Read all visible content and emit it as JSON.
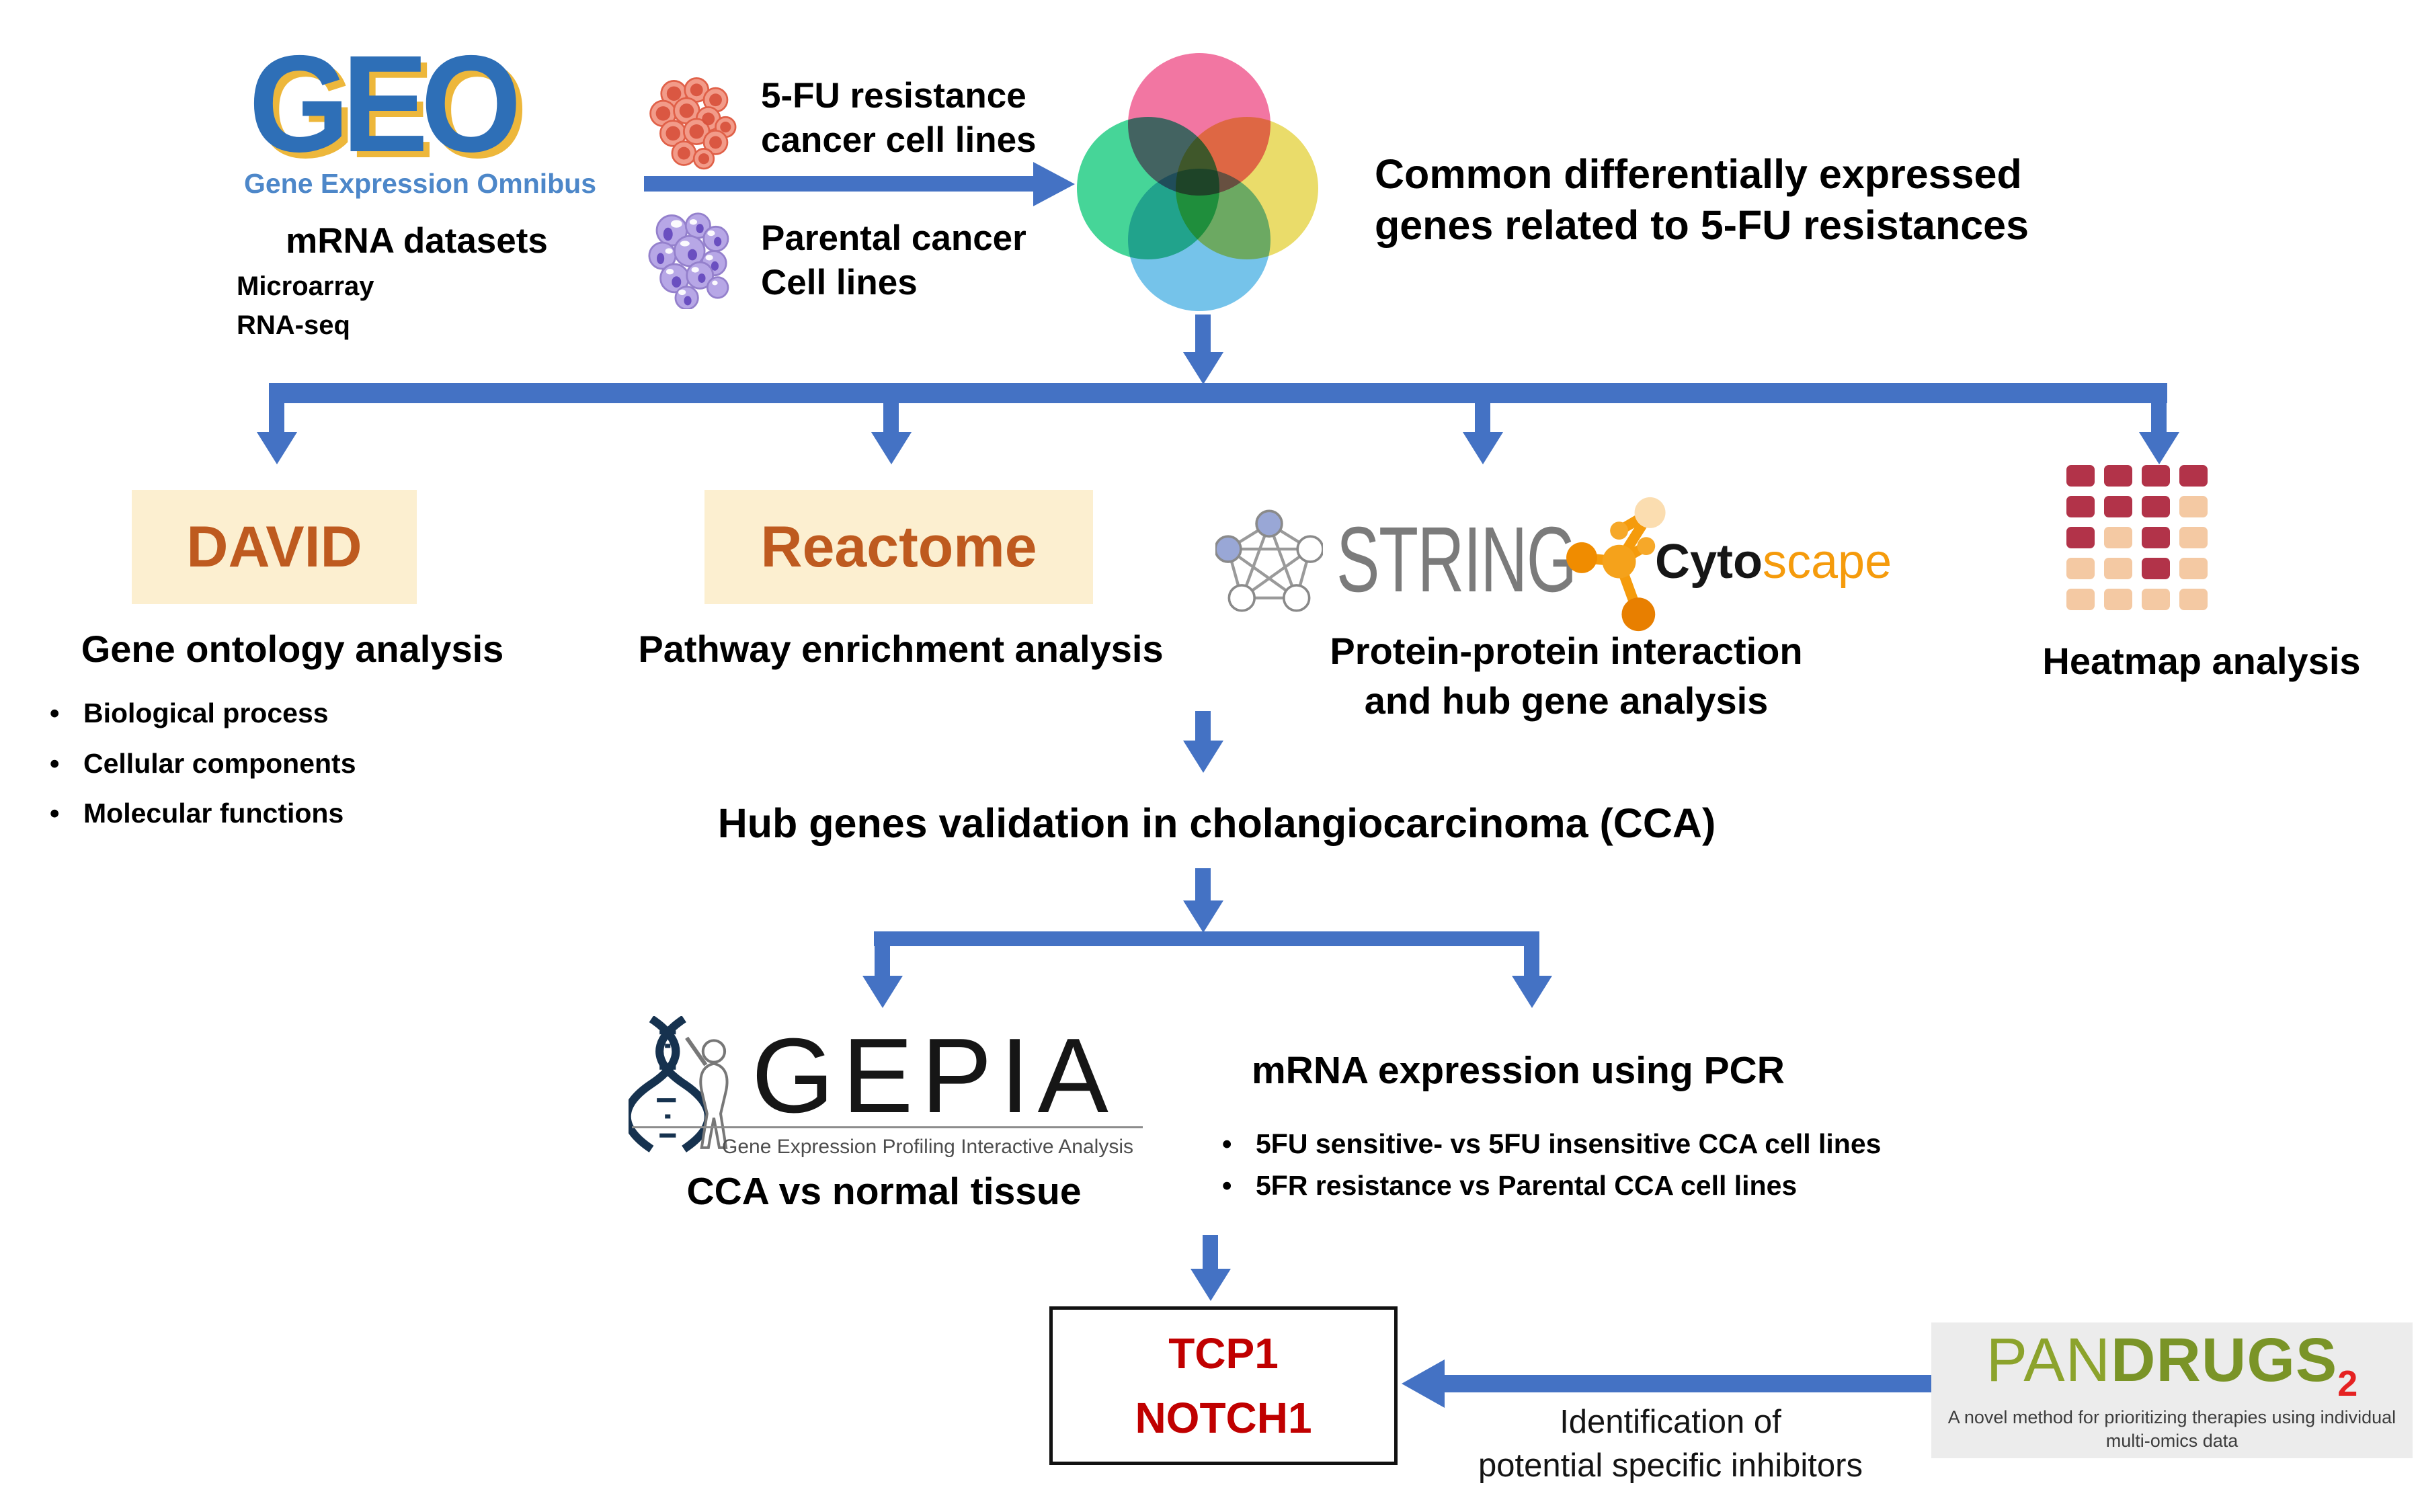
{
  "colors": {
    "arrow": "#4472C4",
    "tool_box_bg": "#FCEFD0",
    "tool_text": "#BE5A1F",
    "result_red": "#C00000"
  },
  "geo": {
    "word": "GEO",
    "subtitle": "Gene Expression Omnibus",
    "datasets_title": "mRNA datasets",
    "dataset_types": [
      "Microarray",
      "RNA-seq"
    ]
  },
  "inputs": {
    "resistant_line1": "5-FU resistance",
    "resistant_line2": "cancer cell lines",
    "parental_line1": "Parental cancer",
    "parental_line2": "Cell lines"
  },
  "venn": {
    "colors": {
      "pink": "#F2709E",
      "green": "#3ED494",
      "yellow": "#EADB64",
      "blue": "#6FC1EA"
    }
  },
  "venn_caption": {
    "line1": "Common differentially expressed",
    "line2": "genes related to 5-FU resistances"
  },
  "david": {
    "label": "DAVID",
    "title": "Gene ontology analysis",
    "bullets": [
      "Biological process",
      "Cellular components",
      "Molecular functions"
    ]
  },
  "reactome": {
    "label": "Reactome",
    "title": "Pathway enrichment analysis"
  },
  "ppi": {
    "string_label": "STRING",
    "cytoscape_black": "Cyto",
    "cytoscape_orange": "scape",
    "title_line1": "Protein-protein interaction",
    "title_line2": "and hub gene analysis"
  },
  "heatmap": {
    "title": "Heatmap analysis",
    "dark": "#B23349",
    "light": "#F4C9A3",
    "pattern": [
      [
        1,
        1,
        1,
        1
      ],
      [
        1,
        1,
        1,
        0
      ],
      [
        1,
        0,
        1,
        0
      ],
      [
        0,
        0,
        1,
        0
      ],
      [
        0,
        0,
        0,
        0
      ]
    ]
  },
  "hub": {
    "title": "Hub genes validation in cholangiocarcinoma (CCA)"
  },
  "gepia": {
    "word": "GEPIA",
    "subtitle": "Gene Expression Profiling Interactive Analysis",
    "caption": "CCA vs normal tissue"
  },
  "pcr": {
    "title": "mRNA expression using PCR",
    "bullets": [
      "5FU sensitive- vs 5FU  insensitive CCA cell lines",
      "5FR resistance  vs Parental CCA cell lines"
    ]
  },
  "result": {
    "gene1": "TCP1",
    "gene2": "NOTCH1"
  },
  "note": {
    "line1": "Identification of",
    "line2": "potential specific inhibitors"
  },
  "pandrugs": {
    "pan": "PAN",
    "drugs": "DRUGS",
    "sub": "2",
    "tagline1": "A novel method for prioritizing therapies using individual",
    "tagline2": "multi-omics data"
  }
}
